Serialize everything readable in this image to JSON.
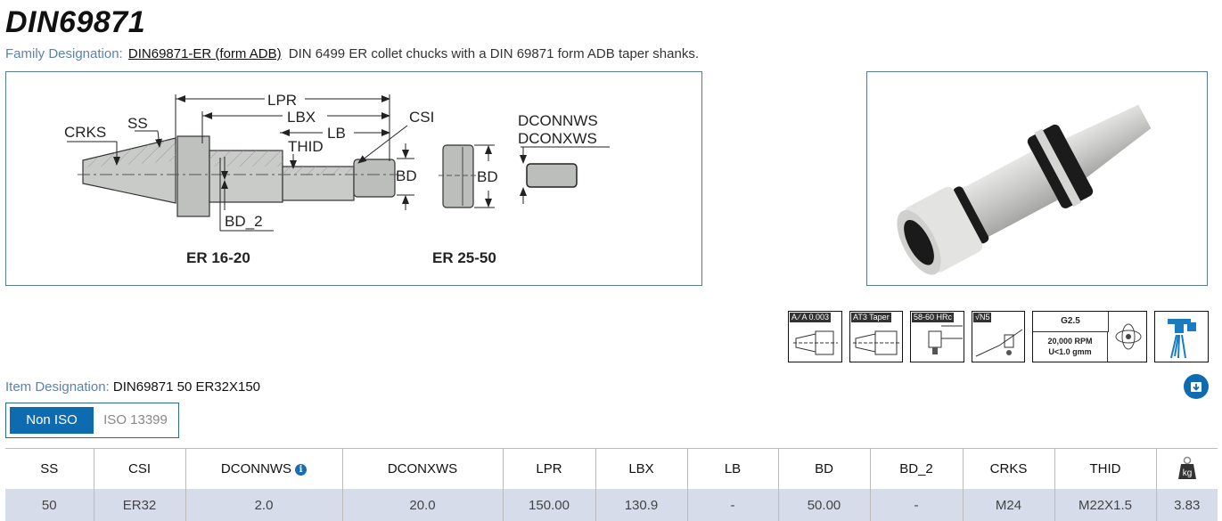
{
  "header": {
    "title": "DIN69871",
    "family_label": "Family Designation:",
    "family_link": "DIN69871-ER (form ADB)",
    "family_description": "DIN 6499 ER collet chucks with a DIN 69871 form ADB taper shanks."
  },
  "diagram": {
    "labels": {
      "lpr": "LPR",
      "lbx": "LBX",
      "lb": "LB",
      "csi": "CSI",
      "ss": "SS",
      "crks": "CRKS",
      "thid": "THID",
      "bd": "BD",
      "bd2": "BD_2",
      "dconnws": "DCONNWS",
      "dconxws": "DCONXWS"
    },
    "caption_left": "ER 16-20",
    "caption_right": "ER 25-50"
  },
  "feature_icons": [
    {
      "name": "runout-icon",
      "tag": "A ⁄ A 0.003"
    },
    {
      "name": "taper-icon",
      "tag": "AT3 Taper"
    },
    {
      "name": "hardness-icon",
      "tag": "58-60 HRc"
    },
    {
      "name": "surface-finish-icon",
      "tag": "√N5"
    },
    {
      "name": "balance-icon",
      "grade": "G2.5",
      "rpm": "20,000 RPM",
      "unbalance": "U<1.0 gmm"
    },
    {
      "name": "coolant-icon"
    }
  ],
  "item": {
    "label": "Item Designation:",
    "value": "DIN69871 50 ER32X150"
  },
  "toggle": {
    "options": [
      "Non ISO",
      "ISO 13399"
    ],
    "selected": "Non ISO"
  },
  "table": {
    "headers": [
      "SS",
      "CSI",
      "DCONNWS",
      "DCONXWS",
      "LPR",
      "LBX",
      "LB",
      "BD",
      "BD_2",
      "CRKS",
      "THID",
      "kg"
    ],
    "rows": [
      [
        "50",
        "ER32",
        "2.0",
        "20.0",
        "150.00",
        "130.9",
        "-",
        "50.00",
        "-",
        "M24",
        "M22X1.5",
        "3.83"
      ]
    ]
  },
  "colors": {
    "accent": "#0e6bb0",
    "label_blue": "#5d82b0",
    "row_bg": "#d6dcea",
    "frame": "#5a7a94"
  }
}
